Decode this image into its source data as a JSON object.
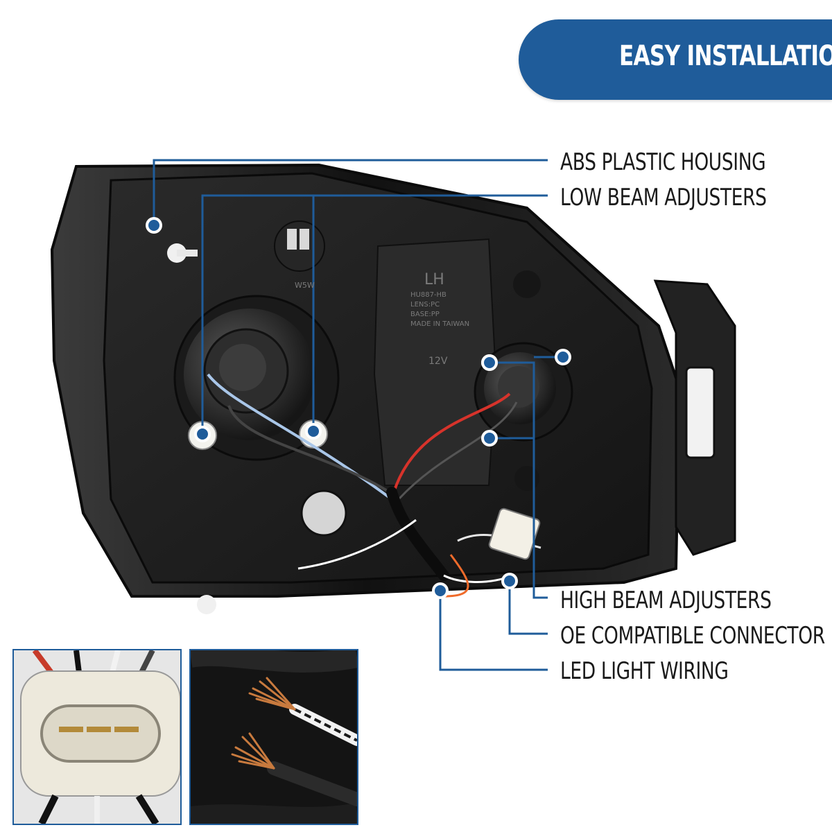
{
  "banner": {
    "title": "EASY INSTALLATION"
  },
  "callouts": [
    {
      "label": "ABS PLASTIC HOUSING"
    },
    {
      "label": "LOW BEAM ADJUSTERS"
    },
    {
      "label": "HIGH BEAM ADJUSTERS"
    },
    {
      "label": "OE COMPATIBLE CONNECTOR"
    },
    {
      "label": "LED LIGHT WIRING"
    }
  ],
  "product_markings": {
    "side": "LH",
    "line1": "HU887-HB",
    "line2": "LENS:PC",
    "line3": "BASE:PP",
    "line4": "MADE IN TAIWAN",
    "voltage": "12V",
    "bulb": "W5W"
  },
  "colors": {
    "accent": "#1f5c9a",
    "callout_line": "#1f5c9a",
    "text": "#1a1a1a",
    "housing": "#1c1c1c"
  }
}
